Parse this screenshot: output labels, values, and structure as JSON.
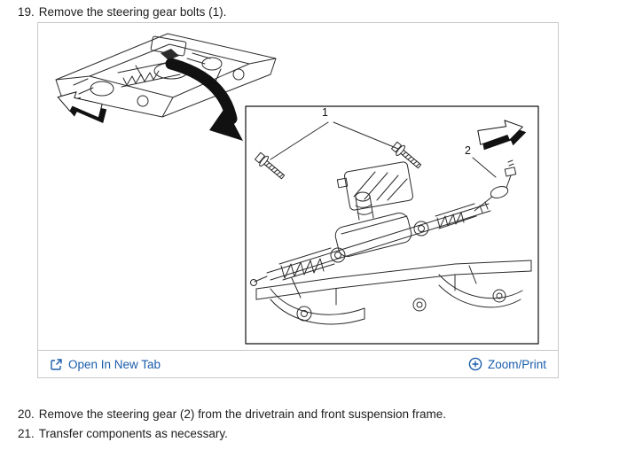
{
  "theme": {
    "link_color": "#1a5dab",
    "text_color": "#1d1d1d",
    "border_color": "#c9c9c9",
    "line_color": "#2b2b2b"
  },
  "steps": [
    {
      "number": "19.",
      "text": "Remove the steering gear bolts (1)."
    },
    {
      "number": "20.",
      "text": "Remove the steering gear (2) from the drivetrain and front suspension frame."
    },
    {
      "number": "21.",
      "text": "Transfer components as necessary."
    }
  ],
  "figure": {
    "callouts": [
      {
        "label": "1"
      },
      {
        "label": "2"
      }
    ],
    "toolbar": {
      "open_in_new_tab": "Open In New Tab",
      "zoom_print": "Zoom/Print"
    },
    "icons": {
      "left": "open-in-new-tab-icon",
      "right": "zoom-plus-icon"
    }
  }
}
